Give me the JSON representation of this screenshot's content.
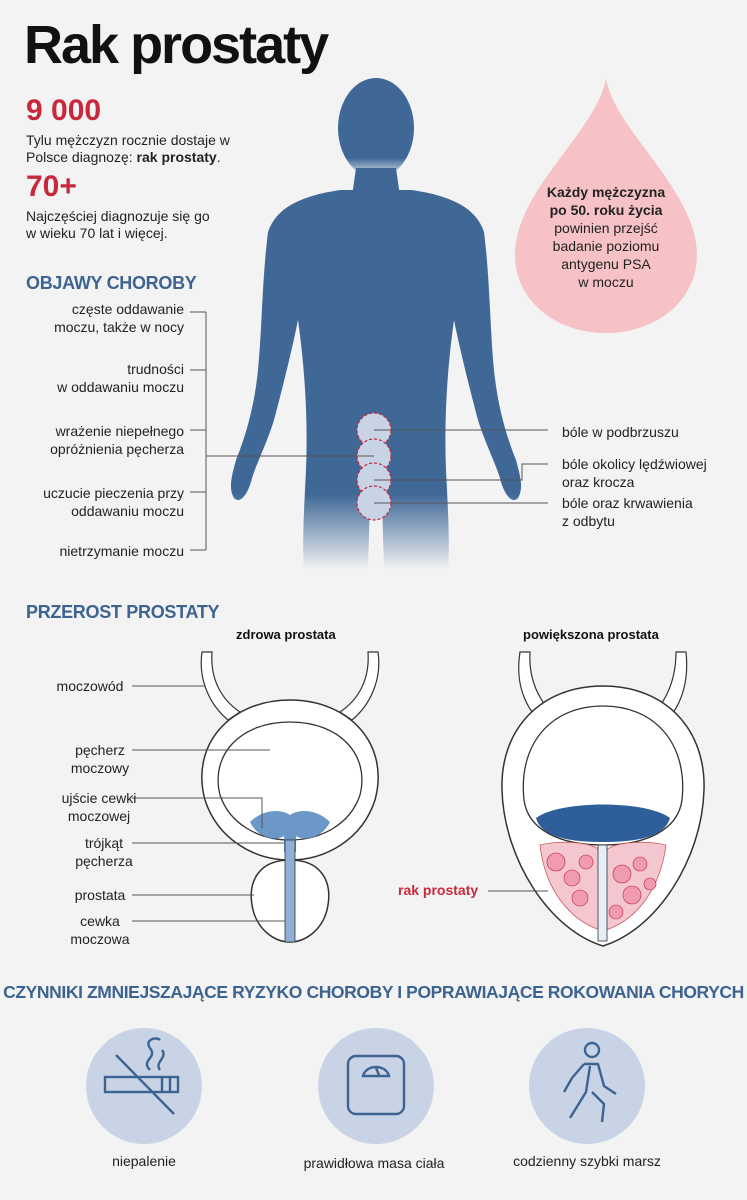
{
  "title": "Rak prostaty",
  "stats": [
    {
      "number": "9 000",
      "text_before": "Tylu mężczyzn rocznie dostaje w Polsce diagnozę: ",
      "text_bold": "rak prostaty",
      "text_after": "."
    },
    {
      "number": "70+",
      "text_before": "Najczęściej diagnozuje się go w wieku 70 lat i więcej.",
      "text_bold": "",
      "text_after": ""
    }
  ],
  "drop": {
    "bold_lines": [
      "Każdy mężczyzna",
      "po 50. roku życia"
    ],
    "lines": [
      "powinien przejść",
      "badanie poziomu",
      "antygenu PSA",
      "w moczu"
    ]
  },
  "symptoms": {
    "title": "OBJAWY CHOROBY",
    "left": [
      [
        "częste oddawanie",
        "moczu, także w nocy"
      ],
      [
        "trudności",
        "w oddawaniu moczu"
      ],
      [
        "wrażenie niepełnego",
        "opróżnienia pęcherza"
      ],
      [
        "uczucie pieczenia przy",
        "oddawaniu moczu"
      ],
      [
        "nietrzymanie moczu"
      ]
    ],
    "right": [
      [
        "bóle w podbrzuszu"
      ],
      [
        "bóle okolicy lędźwiowej",
        "oraz krocza"
      ],
      [
        "bóle oraz krwawienia",
        "z odbytu"
      ]
    ]
  },
  "hyperplasia": {
    "title": "PRZEROST PROSTATY",
    "healthy_title": "zdrowa prostata",
    "enlarged_title": "powiększona prostata",
    "labels": [
      [
        "moczowód"
      ],
      [
        "pęcherz",
        "moczowy"
      ],
      [
        "ujście cewki",
        "moczowej"
      ],
      [
        "trójkąt",
        "pęcherza"
      ],
      [
        "prostata"
      ],
      [
        "cewka",
        "moczowa"
      ]
    ],
    "cancer_label": "rak prostaty"
  },
  "factors": {
    "title": "CZYNNIKI ZMNIEJSZAJĄCE RYZYKO CHOROBY I POPRAWIAJĄCE ROKOWANIA CHORYCH",
    "items": [
      {
        "label": "niepalenie",
        "icon": "no-smoking-icon"
      },
      {
        "label": "prawidłowa masa ciała",
        "icon": "scale-icon"
      },
      {
        "label": "codzienny szybki marsz",
        "icon": "walking-icon"
      }
    ]
  },
  "colors": {
    "accent_red": "#c8283c",
    "body_blue": "#3f6897",
    "section_blue": "#3d6391",
    "circle_bg": "#c9d3e6",
    "drop_pink": "#f6c2c6"
  }
}
